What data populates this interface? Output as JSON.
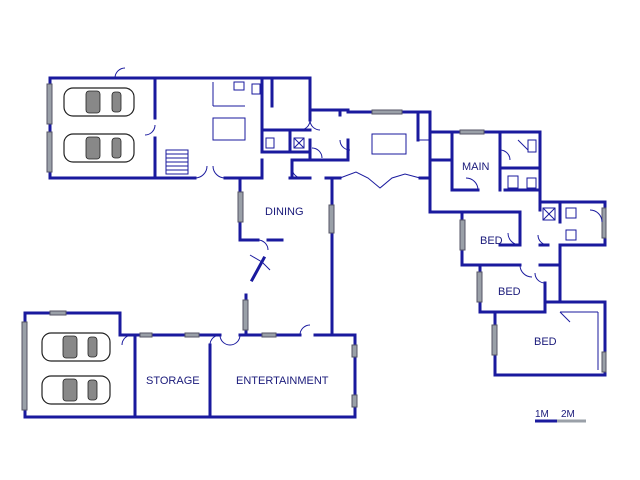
{
  "rooms": {
    "dining": "DINING",
    "main": "MAIN",
    "bed1": "BED",
    "bed2": "BED",
    "bed3": "BED",
    "storage": "STORAGE",
    "entertainment": "ENTERTAINMENT"
  },
  "scale": {
    "label_1": "1M",
    "label_2": "2M"
  },
  "colors": {
    "wall": "#1a1a9e",
    "window": "#9aa0a8",
    "text": "#1a1a7a"
  }
}
